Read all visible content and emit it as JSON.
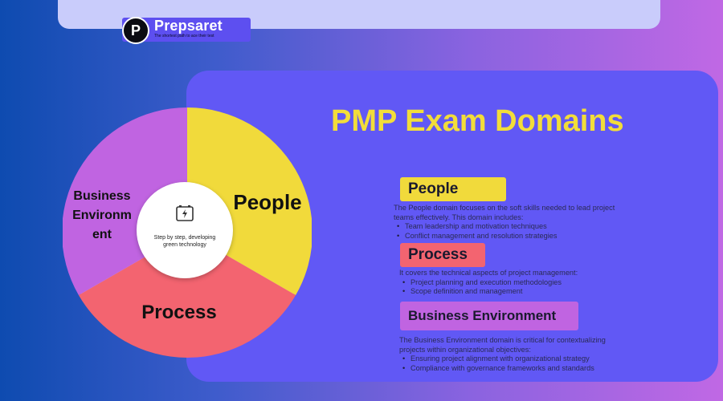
{
  "brand": {
    "name": "Prepsaret",
    "tagline": "The shortest path to ace their test",
    "mark": "P"
  },
  "title": "PMP Exam Domains",
  "wheel": {
    "people_label": "People",
    "process_label": "Process",
    "business_label_lines": [
      "Business",
      "Environm",
      "ent"
    ],
    "center_text": "Step by step, developing green technology",
    "center_icon": "battery-charging-icon",
    "colors": {
      "people": "#f1da3b",
      "process": "#f36470",
      "business": "#c064e1",
      "ring": "#cfcff7"
    }
  },
  "sections": {
    "people": {
      "heading": "People",
      "intro": "The People domain focuses on the soft skills needed to lead project teams effectively. This domain includes:",
      "bullets": [
        "Team leadership and motivation techniques",
        "Conflict management and resolution strategies"
      ],
      "color": "#f1da3b"
    },
    "process": {
      "heading": "Process",
      "intro": "It covers the technical aspects of project management:",
      "bullets": [
        "Project planning and execution methodologies",
        "Scope definition and management"
      ],
      "color": "#f36470"
    },
    "business": {
      "heading": "Business Environment",
      "intro": "The Business Environment domain is critical for contextualizing projects within organizational objectives:",
      "bullets": [
        "Ensuring project alignment with organizational strategy",
        "Compliance with governance frameworks and standards"
      ],
      "color": "#c064e1"
    }
  }
}
